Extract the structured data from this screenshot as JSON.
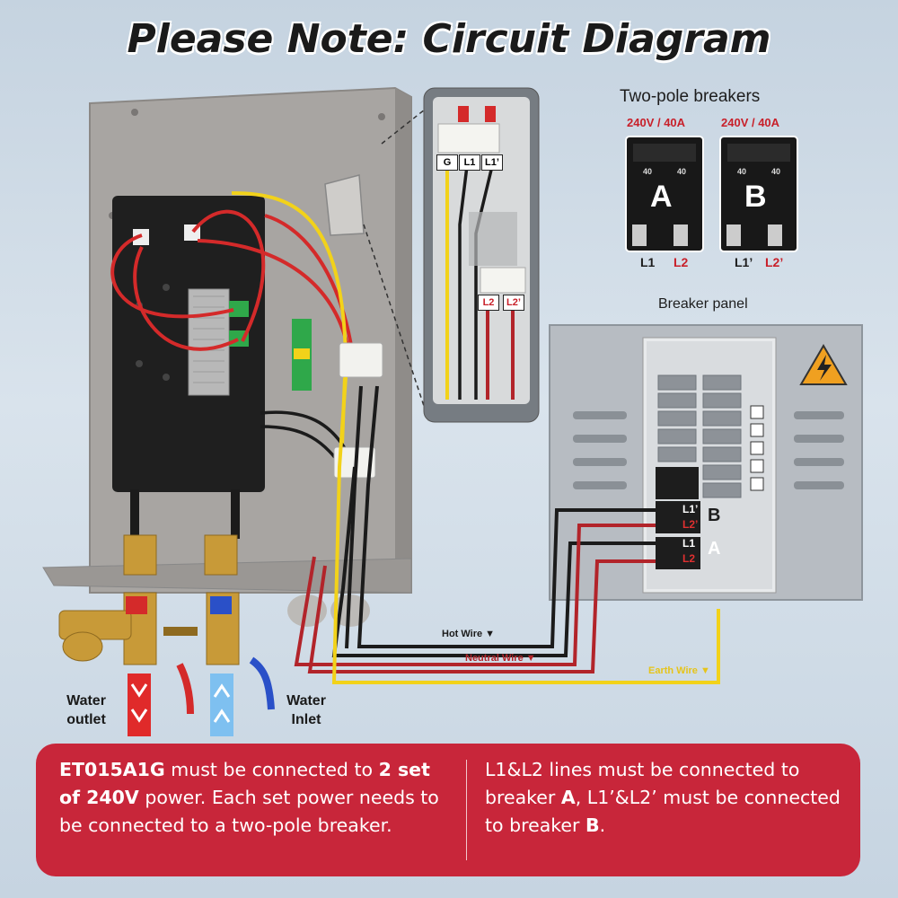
{
  "title": "Please Note: Circuit Diagram",
  "breakers": {
    "title": "Two-pole breakers",
    "a": {
      "rating": "240V / 40A",
      "letter": "A",
      "left_line": "L1",
      "right_line": "L2",
      "amp_mark": "40"
    },
    "b": {
      "rating": "240V / 40A",
      "letter": "B",
      "left_line": "L1’",
      "right_line": "L2’",
      "amp_mark": "40"
    }
  },
  "heater_terminals": {
    "top": [
      "G",
      "L1",
      "L1’"
    ],
    "bottom": [
      "L2",
      "L2’"
    ]
  },
  "breaker_panel": {
    "title": "Breaker panel",
    "b_lines": [
      "L1’",
      "L2’"
    ],
    "b_letter": "B",
    "a_lines": [
      "L1",
      "L2"
    ],
    "a_letter": "A"
  },
  "wires": {
    "hot": "Hot Wire ▼",
    "neutral": "Neutral Wire ▼",
    "earth": "Earth Wire ▼"
  },
  "water": {
    "outlet": [
      "Water",
      "outlet"
    ],
    "inlet": [
      "Water",
      "Inlet"
    ]
  },
  "note": {
    "left_model": "ET015A1G",
    "left_text1": " must be connected to ",
    "left_bold2": "2 set of 240V",
    "left_text2": " power. Each set power needs to be connected to a two-pole breaker.",
    "right_text1": "L1&L2 lines must be connected to breaker ",
    "right_bold1": "A",
    "right_text2": ", L1’&L2’  must be connected to breaker ",
    "right_bold2": "B",
    "right_text3": "."
  },
  "colors": {
    "red_wire": "#d42a2a",
    "black_wire": "#1b1b1b",
    "yellow_wire": "#f2d21a",
    "note_bg": "#c8263a",
    "warning": "#f0a020"
  }
}
